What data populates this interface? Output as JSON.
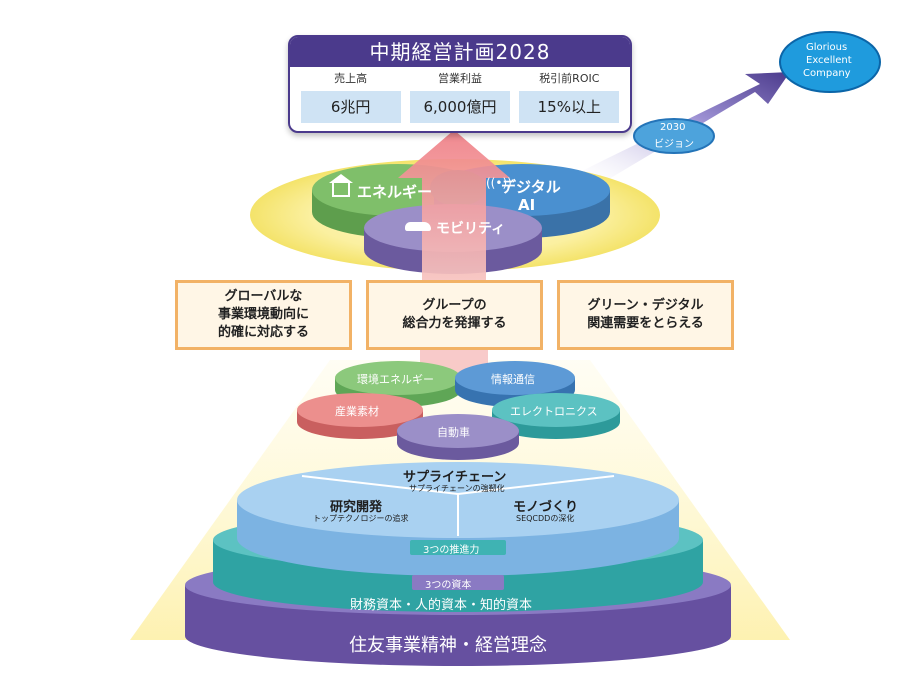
{
  "plan": {
    "title": "中期経営計画2028",
    "metrics": [
      {
        "label": "売上高",
        "value": "6兆円"
      },
      {
        "label": "営業利益",
        "value": "6,000億円"
      },
      {
        "label": "税引前ROIC",
        "value": "15%以上"
      }
    ]
  },
  "vision": {
    "year": "2030",
    "label": "ビジョン"
  },
  "goal": {
    "line1": "Glorious",
    "line2": "Excellent",
    "line3": "Company"
  },
  "focus": {
    "energy": "エネルギー",
    "digital": "デジタル",
    "ai": "AI",
    "mobility": "モビリティ"
  },
  "strategies": [
    {
      "line1": "グローバルな",
      "line2": "事業環境動向に",
      "line3": "的確に対応する"
    },
    {
      "line1": "グループの",
      "line2": "総合力を発揮する"
    },
    {
      "line1": "グリーン・デジタル",
      "line2": "関連需要をとらえる"
    }
  ],
  "segments": {
    "env_energy": "環境エネルギー",
    "info_comm": "情報通信",
    "industrial": "産業素材",
    "electronics": "エレクトロニクス",
    "automotive": "自動車"
  },
  "drivers": {
    "supply_title": "サプライチェーン",
    "supply_sub": "サプライチェーンの強靭化",
    "rd_title": "研究開発",
    "rd_sub": "トップテクノロジーの追求",
    "mono_title": "モノづくり",
    "mono_sub": "SEQCDDの深化",
    "label": "3つの推進力"
  },
  "capital": {
    "label": "3つの資本",
    "items": "財務資本・人的資本・知的資本"
  },
  "foundation": "住友事業精神・経営理念",
  "colors": {
    "purple": "#4b3a8c",
    "teal": "#3fb3b3",
    "light_blue": "#9dcaed",
    "green": "#7fbf6a",
    "blue": "#4a90d0",
    "orange": "#f2b266",
    "pink": "#f08a8a",
    "yellow": "#f6e98a"
  }
}
